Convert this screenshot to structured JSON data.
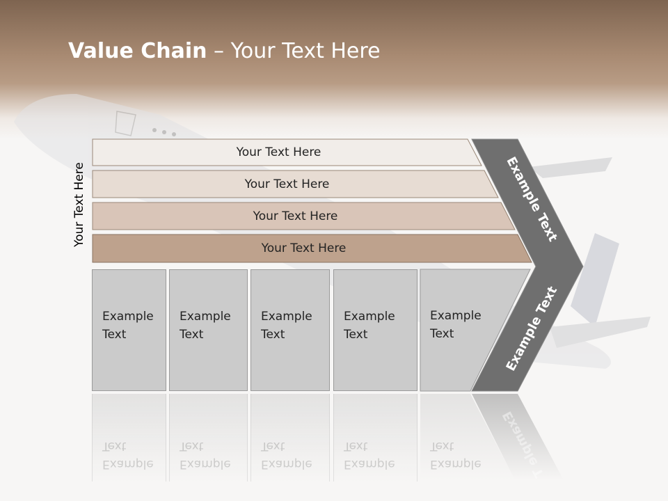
{
  "slide": {
    "title_bold": "Value Chain",
    "title_rest": " – Your Text Here"
  },
  "vertical_label": "Your Text Here",
  "support_bars": [
    {
      "label": "Your Text Here",
      "color": "#f1ede9"
    },
    {
      "label": "Your Text Here",
      "color": "#e7dcd3"
    },
    {
      "label": "Your Text Here",
      "color": "#d9c5b8"
    },
    {
      "label": "Your Text Here",
      "color": "#bea28d"
    }
  ],
  "primary_columns": [
    {
      "line1": "Example",
      "line2": "Text"
    },
    {
      "line1": "Example",
      "line2": "Text"
    },
    {
      "line1": "Example",
      "line2": "Text"
    },
    {
      "line1": "Example",
      "line2": "Text"
    },
    {
      "line1": "Example",
      "line2": "Text"
    }
  ],
  "chevron": {
    "upper_label": "Example Text",
    "lower_label": "Example Text",
    "reflection_label": "Example T",
    "color": "#6f6f6f"
  }
}
